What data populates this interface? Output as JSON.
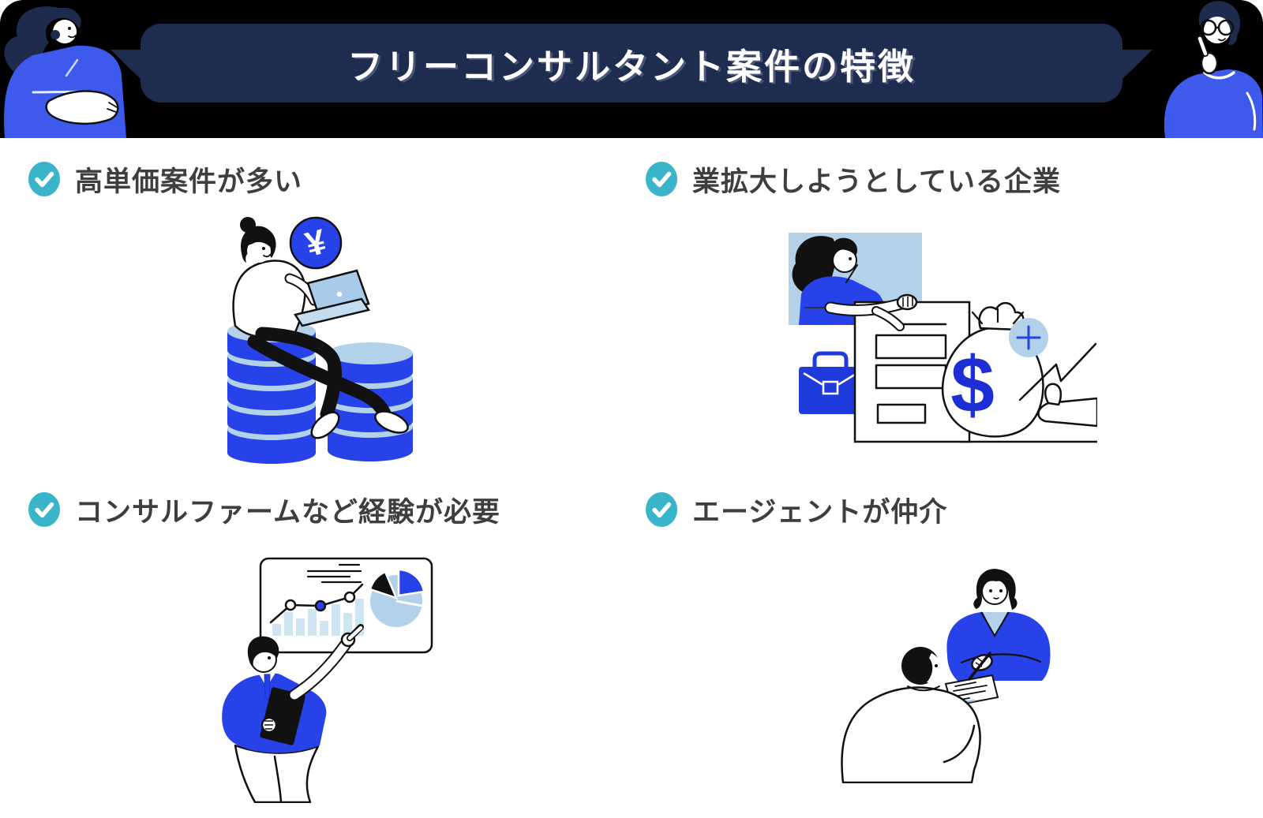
{
  "banner": {
    "title": "フリーコンサルタント案件の特徴"
  },
  "sections": [
    {
      "id": "high-unit-price",
      "label": "高単価案件が多い",
      "illustration": "woman-with-laptop-on-coin-stacks"
    },
    {
      "id": "expanding-companies",
      "label": "業拡大しようとしている企業",
      "illustration": "businesswoman-contract-money-bag-growth"
    },
    {
      "id": "experience-required",
      "label": "コンサルファームなど経験が必要",
      "illustration": "consultant-presenting-charts-whiteboard"
    },
    {
      "id": "agent-mediation",
      "label": "エージェントが仲介",
      "illustration": "agent-client-contract-meeting"
    }
  ],
  "glyphs": {
    "yen": "¥",
    "dollar": "$",
    "plus": "+"
  },
  "colors": {
    "band": "#000000",
    "banner": "#1e2c50",
    "title_text": "#ffffff",
    "accent_blue": "#2742e8",
    "bright_blue": "#3d5aec",
    "light_blue": "#b3d2ea",
    "pale_blue": "#cfe4f1",
    "check_teal": "#3ab4c9",
    "heading_text": "#3e3e3e",
    "navy": "#1e2b4d"
  }
}
